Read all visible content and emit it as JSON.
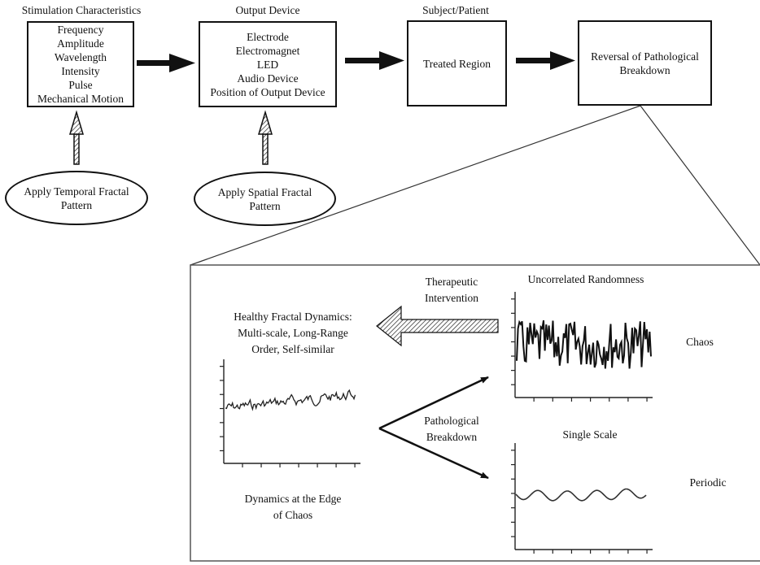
{
  "top_flow": {
    "stimulation": {
      "heading": "Stimulation Characteristics",
      "items": [
        "Frequency",
        "Amplitude",
        "Wavelength",
        "Intensity",
        "Pulse",
        "Mechanical Motion"
      ]
    },
    "output_device": {
      "heading": "Output Device",
      "items": [
        "Electrode",
        "Electromagnet",
        "LED",
        "Audio Device",
        "Position of Output Device"
      ]
    },
    "subject": {
      "heading": "Subject/Patient",
      "items": [
        "Treated Region"
      ]
    },
    "reversal": {
      "items": [
        "Reversal of Pathological",
        "Breakdown"
      ]
    }
  },
  "inputs": {
    "temporal": [
      "Apply Temporal Fractal",
      "Pattern"
    ],
    "spatial": [
      "Apply Spatial Fractal",
      "Pattern"
    ]
  },
  "detail_panel": {
    "therapeutic": [
      "Therapeutic",
      "Intervention"
    ],
    "healthy": [
      "Healthy Fractal Dynamics:",
      "Multi-scale, Long-Range",
      "Order, Self-similar"
    ],
    "pathological": [
      "Pathological",
      "Breakdown"
    ],
    "edge_of_chaos": [
      "Dynamics at the Edge",
      "of Chaos"
    ],
    "uncorrelated_title": "Uncorrelated Randomness",
    "chaos_label": "Chaos",
    "single_scale_title": "Single Scale",
    "periodic_label": "Periodic"
  },
  "colors": {
    "ink": "#111111",
    "panel_border": "#555555",
    "signal": "#222222",
    "background": "#ffffff"
  }
}
